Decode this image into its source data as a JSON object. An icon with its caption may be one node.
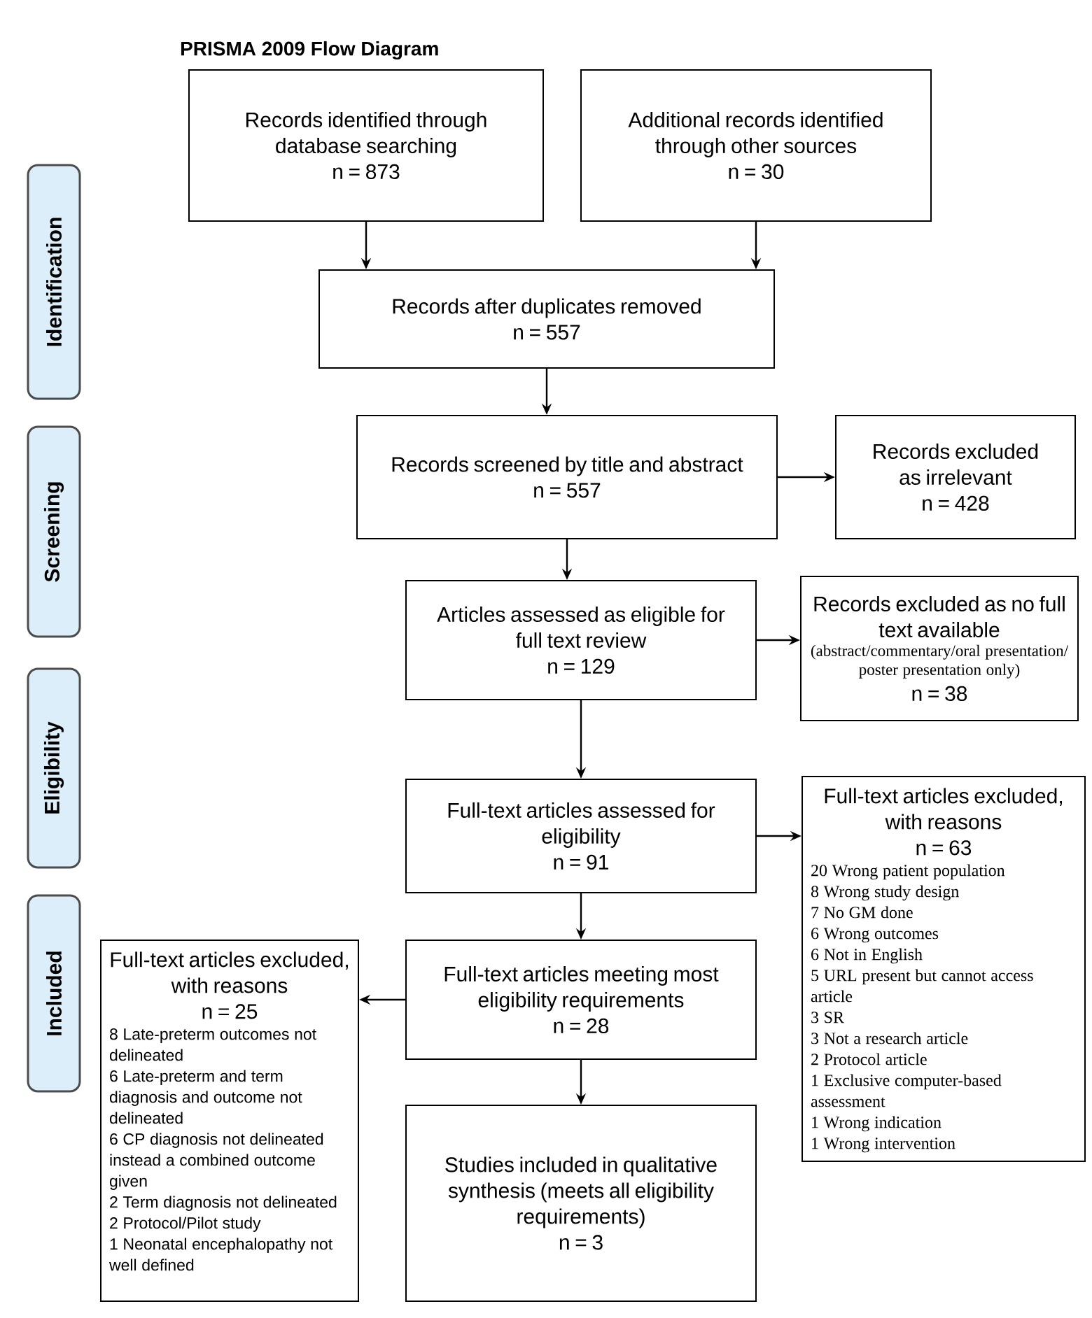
{
  "diagram": {
    "title": "PRISMA 2009 Flow Diagram",
    "nodes": [
      {
        "text": [
          "Identification"
        ]
      },
      {
        "text": [
          "Screening"
        ]
      },
      {
        "text": [
          "Eligibility"
        ]
      },
      {
        "text": [
          "Included"
        ]
      },
      {
        "text": [
          "Records identified through database searching",
          "n = 873"
        ]
      },
      {
        "text": [
          "Additional records identified through other sources",
          "n = 30"
        ]
      },
      {
        "text": [
          "Records after duplicates removed",
          "n = 557"
        ]
      },
      {
        "text": [
          "Records screened by title and abstract",
          "n = 557"
        ]
      },
      {
        "text": [
          "Records excluded as irrelevant",
          "n = 428"
        ]
      },
      {
        "text": [
          "Articles assessed as eligible for full text review",
          "n = 129"
        ]
      },
      {
        "text": [
          "Records excluded as no full text available",
          "(abstract/commentary/oral presentation/ poster presentation only)",
          "n = 38"
        ]
      },
      {
        "text": [
          "Full-text articles assessed for eligibility",
          "n = 91"
        ]
      },
      {
        "text": [
          "Full-text articles excluded, with reasons",
          "n = 63",
          "20 Wrong patient population",
          "8 Wrong study design",
          "7 No GM done",
          "6 Wrong outcomes",
          "6 Not in English",
          "5 URL present but cannot access article",
          "3 SR",
          "3 Not a research article",
          "2 Protocol article",
          "1 Exclusive computer-based assessment",
          "1 Wrong indication",
          "1 Wrong intervention"
        ]
      },
      {
        "text": [
          "Full-text articles excluded, with reasons",
          "n = 25",
          "8 Late-preterm outcomes not delineated",
          "6 Late-preterm and term diagnosis and outcome not delineated",
          "6 CP diagnosis not delineated instead a combined outcome given",
          "2 Term diagnosis not delineated",
          "2 Protocol/Pilot study",
          "1 Neonatal encephalopathy not well defined"
        ]
      },
      {
        "text": [
          "Full-text articles meeting most eligibility requirements",
          "n = 28"
        ]
      },
      {
        "text": [
          "Studies included in qualitative synthesis (meets all eligibility requirements)",
          "n = 3"
        ]
      }
    ],
    "edges": [
      {
        "from": 4,
        "to": 6,
        "arrow": "to"
      },
      {
        "from": 5,
        "to": 6,
        "arrow": "to"
      },
      {
        "from": 6,
        "to": 7,
        "arrow": "to"
      },
      {
        "from": 7,
        "to": 8,
        "arrow": "to"
      },
      {
        "from": 7,
        "to": 9,
        "arrow": "to"
      },
      {
        "from": 9,
        "to": 10,
        "arrow": "to"
      },
      {
        "from": 9,
        "to": 11,
        "arrow": "to"
      },
      {
        "from": 11,
        "to": 12,
        "arrow": "to"
      },
      {
        "from": 11,
        "to": 14,
        "arrow": "to"
      },
      {
        "from": 14,
        "to": 13,
        "arrow": "to"
      },
      {
        "from": 14,
        "to": 15,
        "arrow": "to"
      }
    ]
  }
}
